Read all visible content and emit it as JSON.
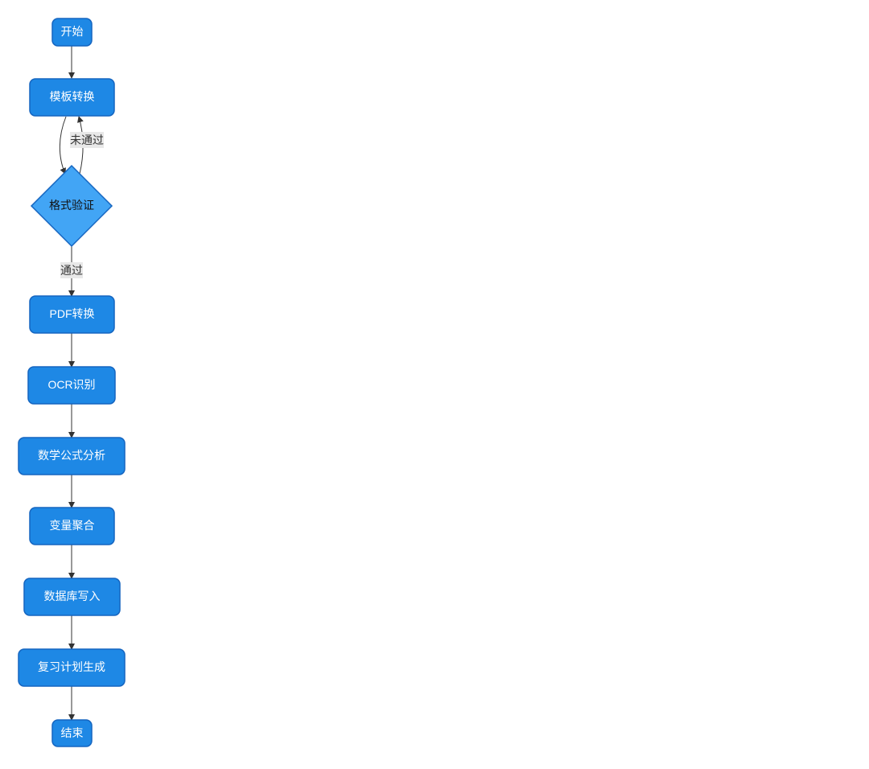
{
  "nodes": {
    "start": "开始",
    "template_convert": "模板转换",
    "format_check": "格式验证",
    "pdf_convert": "PDF转换",
    "ocr": "OCR识别",
    "formula_analysis": "数学公式分析",
    "variable_aggregate": "变量聚合",
    "db_write": "数据库写入",
    "review_plan": "复习计划生成",
    "end": "结束"
  },
  "edge_labels": {
    "fail": "未通过",
    "pass": "通过"
  },
  "colors": {
    "node_fill": "#1e88e5",
    "node_border": "#1565c0",
    "decision_fill": "#42a5f5",
    "edge": "#333333",
    "label_bg": "#e8e8e8"
  }
}
